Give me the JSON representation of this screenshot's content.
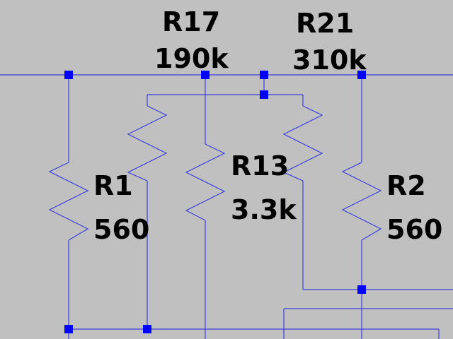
{
  "schematic": {
    "colors": {
      "background": "#c0c0c0",
      "wire": "#3d3ddb",
      "junction": "#0000ff",
      "text": "#000000"
    },
    "components": [
      {
        "ref": "R1",
        "value": "560"
      },
      {
        "ref": "R17",
        "value": "190k"
      },
      {
        "ref": "R13",
        "value": "3.3k"
      },
      {
        "ref": "R21",
        "value": "310k"
      },
      {
        "ref": "R2",
        "value": "560"
      }
    ]
  }
}
